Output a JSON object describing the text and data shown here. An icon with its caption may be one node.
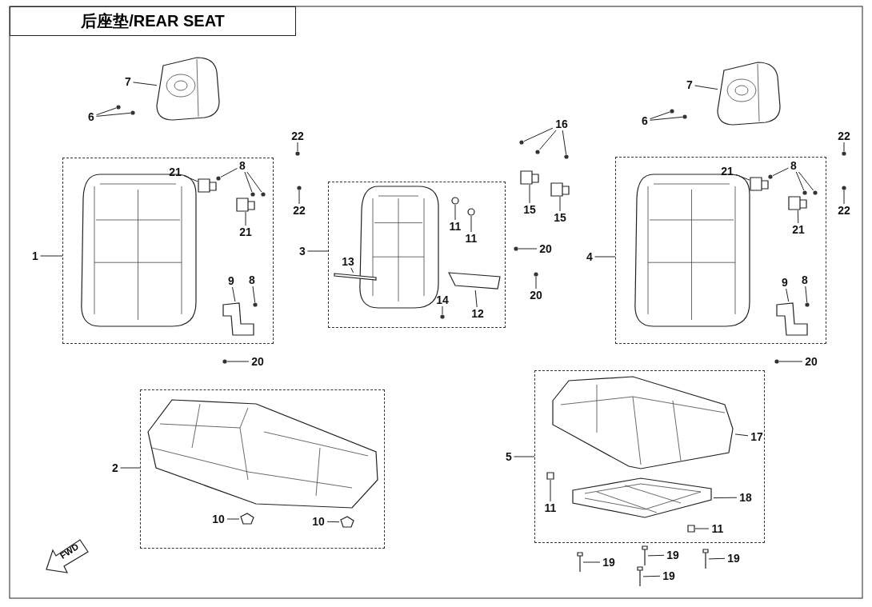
{
  "diagram": {
    "title": "后座垫/REAR SEAT",
    "nodes": [
      {
        "text": [
          "7"
        ]
      },
      {
        "text": [
          "6"
        ]
      },
      {
        "text": [
          "7"
        ]
      },
      {
        "text": [
          "6"
        ]
      },
      {
        "text": [
          "16"
        ]
      },
      {
        "text": [
          "22"
        ]
      },
      {
        "text": [
          "22"
        ]
      },
      {
        "text": [],
        "shape": "box"
      },
      {
        "text": [
          "21"
        ],
        "in": 7
      },
      {
        "text": [
          "8"
        ],
        "in": 7
      },
      {
        "text": [
          "21"
        ],
        "in": 7
      },
      {
        "text": [
          "9"
        ],
        "in": 7
      },
      {
        "text": [
          "8"
        ],
        "in": 7
      },
      {
        "text": [
          "22"
        ]
      },
      {
        "text": [
          "1"
        ]
      },
      {
        "text": [],
        "shape": "box"
      },
      {
        "text": [
          "11"
        ],
        "in": 15
      },
      {
        "text": [
          "11"
        ],
        "in": 15
      },
      {
        "text": [
          "13"
        ],
        "in": 15
      },
      {
        "text": [
          "14"
        ],
        "in": 15
      },
      {
        "text": [
          "12"
        ],
        "in": 15
      },
      {
        "text": [
          "3"
        ]
      },
      {
        "text": [
          "15"
        ]
      },
      {
        "text": [
          "15"
        ]
      },
      {
        "text": [
          "20"
        ]
      },
      {
        "text": [
          "20"
        ]
      },
      {
        "text": [],
        "shape": "box"
      },
      {
        "text": [
          "21"
        ],
        "in": 26
      },
      {
        "text": [
          "8"
        ],
        "in": 26
      },
      {
        "text": [
          "21"
        ],
        "in": 26
      },
      {
        "text": [
          "9"
        ],
        "in": 26
      },
      {
        "text": [
          "8"
        ],
        "in": 26
      },
      {
        "text": [
          "22"
        ]
      },
      {
        "text": [
          "4"
        ]
      },
      {
        "text": [
          "20"
        ]
      },
      {
        "text": [
          "20"
        ]
      },
      {
        "text": [],
        "shape": "box"
      },
      {
        "text": [
          "10"
        ],
        "in": 36
      },
      {
        "text": [
          "10"
        ],
        "in": 36
      },
      {
        "text": [
          "2"
        ]
      },
      {
        "text": [],
        "shape": "box"
      },
      {
        "text": [
          "17"
        ],
        "in": 40
      },
      {
        "text": [
          "11"
        ],
        "in": 40
      },
      {
        "text": [
          "18"
        ],
        "in": 40
      },
      {
        "text": [
          "11"
        ],
        "in": 40
      },
      {
        "text": [
          "5"
        ]
      },
      {
        "text": [
          "19"
        ]
      },
      {
        "text": [
          "19"
        ]
      },
      {
        "text": [
          "19"
        ]
      },
      {
        "text": [
          "19"
        ]
      },
      {
        "text": [],
        "shape": "picture"
      },
      {
        "text": [],
        "shape": "circle"
      },
      {
        "text": [],
        "shape": "circle"
      },
      {
        "text": [],
        "shape": "picture"
      },
      {
        "text": [],
        "shape": "circle"
      },
      {
        "text": [],
        "shape": "circle"
      },
      {
        "text": [],
        "shape": "circle"
      },
      {
        "text": [],
        "shape": "circle"
      },
      {
        "text": [],
        "shape": "circle"
      },
      {
        "text": [],
        "shape": "circle"
      },
      {
        "text": [],
        "shape": "circle"
      },
      {
        "text": [],
        "shape": "picture",
        "in": 7
      },
      {
        "text": [],
        "shape": "circle",
        "in": 7
      },
      {
        "text": [],
        "shape": "circle",
        "in": 7
      },
      {
        "text": [],
        "shape": "circle",
        "in": 7
      },
      {
        "text": [],
        "shape": "picture",
        "in": 7
      },
      {
        "text": [],
        "shape": "picture",
        "in": 7
      },
      {
        "text": [],
        "shape": "circle",
        "in": 7
      },
      {
        "text": [],
        "shape": "circle"
      },
      {
        "text": [],
        "shape": "circle",
        "in": 15
      },
      {
        "text": [],
        "shape": "circle",
        "in": 15
      },
      {
        "text": [],
        "shape": "bar",
        "in": 15
      },
      {
        "text": [],
        "shape": "circle",
        "in": 15
      },
      {
        "text": [],
        "shape": "picture",
        "in": 15
      },
      {
        "text": [],
        "shape": "picture"
      },
      {
        "text": [],
        "shape": "picture"
      },
      {
        "text": [],
        "shape": "circle"
      },
      {
        "text": [],
        "shape": "circle"
      },
      {
        "text": [],
        "shape": "picture",
        "in": 26
      },
      {
        "text": [],
        "shape": "circle",
        "in": 26
      },
      {
        "text": [],
        "shape": "circle",
        "in": 26
      },
      {
        "text": [],
        "shape": "circle",
        "in": 26
      },
      {
        "text": [],
        "shape": "picture",
        "in": 26
      },
      {
        "text": [],
        "shape": "picture",
        "in": 26
      },
      {
        "text": [],
        "shape": "circle",
        "in": 26
      },
      {
        "text": [],
        "shape": "circle"
      },
      {
        "text": [],
        "shape": "circle"
      },
      {
        "text": [],
        "shape": "circle"
      },
      {
        "text": [],
        "shape": "picture",
        "in": 36
      },
      {
        "text": [],
        "shape": "picture",
        "in": 36
      },
      {
        "text": [],
        "shape": "picture",
        "in": 40
      },
      {
        "text": [],
        "shape": "box",
        "in": 40
      },
      {
        "text": [],
        "shape": "picture",
        "in": 40
      },
      {
        "text": [],
        "shape": "box",
        "in": 40
      },
      {
        "text": [],
        "shape": "picture"
      },
      {
        "text": [],
        "shape": "picture"
      },
      {
        "text": [],
        "shape": "picture"
      },
      {
        "text": [],
        "shape": "picture"
      }
    ],
    "edges": [
      {
        "from": 0,
        "to": 50,
        "arrow": "none"
      },
      {
        "from": 1,
        "to": 51,
        "arrow": "none"
      },
      {
        "from": 1,
        "to": 52,
        "arrow": "none"
      },
      {
        "from": 2,
        "to": 53,
        "arrow": "none"
      },
      {
        "from": 3,
        "to": 54,
        "arrow": "none"
      },
      {
        "from": 3,
        "to": 55,
        "arrow": "none"
      },
      {
        "from": 4,
        "to": 56,
        "arrow": "none"
      },
      {
        "from": 4,
        "to": 57,
        "arrow": "none"
      },
      {
        "from": 4,
        "to": 58,
        "arrow": "none"
      },
      {
        "from": 5,
        "to": 59,
        "arrow": "none"
      },
      {
        "from": 6,
        "to": 60,
        "arrow": "none"
      },
      {
        "from": 8,
        "to": 61,
        "arrow": "none"
      },
      {
        "from": 9,
        "to": 62,
        "arrow": "none"
      },
      {
        "from": 9,
        "to": 63,
        "arrow": "none"
      },
      {
        "from": 9,
        "to": 64,
        "arrow": "none"
      },
      {
        "from": 10,
        "to": 65,
        "arrow": "none"
      },
      {
        "from": 11,
        "to": 66,
        "arrow": "none"
      },
      {
        "from": 12,
        "to": 67,
        "arrow": "none"
      },
      {
        "from": 13,
        "to": 68,
        "arrow": "none"
      },
      {
        "from": 14,
        "to": 7,
        "arrow": "none"
      },
      {
        "from": 16,
        "to": 69,
        "arrow": "none"
      },
      {
        "from": 17,
        "to": 70,
        "arrow": "none"
      },
      {
        "from": 18,
        "to": 71,
        "arrow": "none"
      },
      {
        "from": 19,
        "to": 72,
        "arrow": "none"
      },
      {
        "from": 20,
        "to": 73,
        "arrow": "none"
      },
      {
        "from": 21,
        "to": 15,
        "arrow": "none"
      },
      {
        "from": 22,
        "to": 74,
        "arrow": "none"
      },
      {
        "from": 23,
        "to": 75,
        "arrow": "none"
      },
      {
        "from": 24,
        "to": 76,
        "arrow": "none"
      },
      {
        "from": 25,
        "to": 77,
        "arrow": "none"
      },
      {
        "from": 27,
        "to": 78,
        "arrow": "none"
      },
      {
        "from": 28,
        "to": 79,
        "arrow": "none"
      },
      {
        "from": 28,
        "to": 80,
        "arrow": "none"
      },
      {
        "from": 28,
        "to": 81,
        "arrow": "none"
      },
      {
        "from": 29,
        "to": 82,
        "arrow": "none"
      },
      {
        "from": 30,
        "to": 83,
        "arrow": "none"
      },
      {
        "from": 31,
        "to": 84,
        "arrow": "none"
      },
      {
        "from": 32,
        "to": 85,
        "arrow": "none"
      },
      {
        "from": 33,
        "to": 26,
        "arrow": "none"
      },
      {
        "from": 34,
        "to": 86,
        "arrow": "none"
      },
      {
        "from": 35,
        "to": 87,
        "arrow": "none"
      },
      {
        "from": 37,
        "to": 88,
        "arrow": "none"
      },
      {
        "from": 38,
        "to": 89,
        "arrow": "none"
      },
      {
        "from": 39,
        "to": 36,
        "arrow": "none"
      },
      {
        "from": 41,
        "to": 90,
        "arrow": "none"
      },
      {
        "from": 42,
        "to": 91,
        "arrow": "none"
      },
      {
        "from": 43,
        "to": 92,
        "arrow": "none"
      },
      {
        "from": 44,
        "to": 93,
        "arrow": "none"
      },
      {
        "from": 45,
        "to": 40,
        "arrow": "none"
      },
      {
        "from": 46,
        "to": 94,
        "arrow": "none"
      },
      {
        "from": 47,
        "to": 95,
        "arrow": "none"
      },
      {
        "from": 48,
        "to": 96,
        "arrow": "none"
      },
      {
        "from": 49,
        "to": 97,
        "arrow": "none"
      }
    ],
    "labels": [
      "FWD"
    ]
  }
}
